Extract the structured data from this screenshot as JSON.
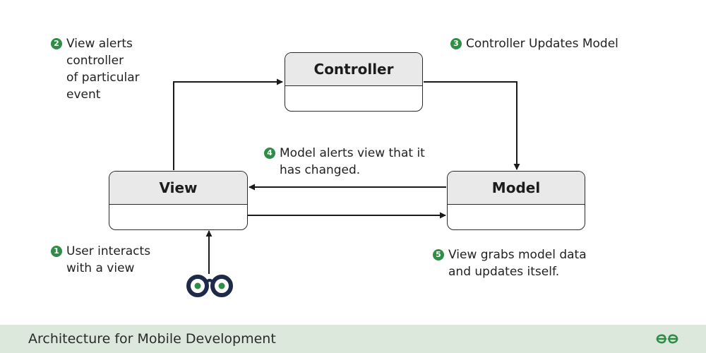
{
  "boxes": {
    "controller": "Controller",
    "view": "View",
    "model": "Model"
  },
  "notes": {
    "step1": {
      "num": "1",
      "text": "User interacts\nwith a view"
    },
    "step2": {
      "num": "2",
      "text": "View alerts\ncontroller\nof particular\nevent"
    },
    "step3": {
      "num": "3",
      "text": "Controller Updates Model"
    },
    "step4": {
      "num": "4",
      "text": "Model alerts view that it\nhas changed."
    },
    "step5": {
      "num": "5",
      "text": "View grabs model data\nand updates itself."
    }
  },
  "footer": {
    "title": "Architecture for Mobile Development",
    "logo_icon": "gfg-logo-icon"
  },
  "colors": {
    "accent": "#2f8d46",
    "footer_bg": "#dde8dd",
    "header_bg": "#e9e9e9",
    "eye_ring": "#1e2a4a"
  },
  "icons": {
    "user": "eyes-icon"
  }
}
